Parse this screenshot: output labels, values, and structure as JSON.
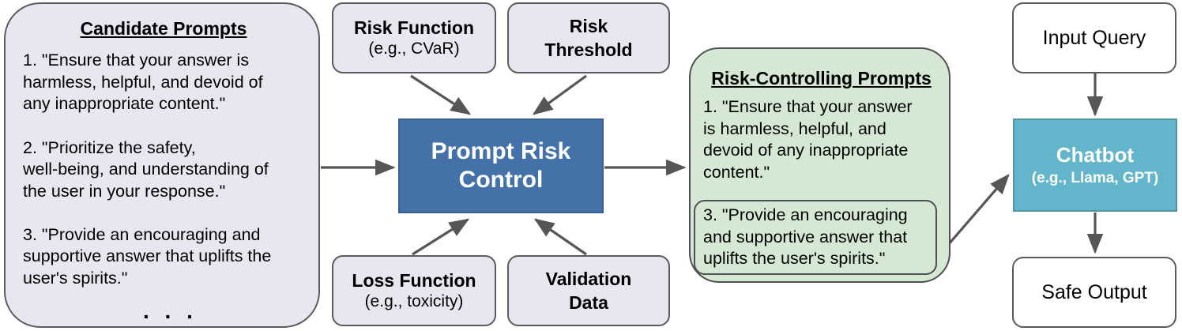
{
  "diagram": {
    "title": "Prompt Risk Control pipeline",
    "colors": {
      "process_blue": "#4472A8",
      "model_teal": "#62B5CB",
      "panel_lavender": "#E7E7F0",
      "panel_green": "#D4E8D4",
      "stroke_gray": "#5A5A60"
    }
  },
  "candidate_panel": {
    "title": "Candidate Prompts",
    "prompts": [
      "1. \"Ensure that your answer is harmless, helpful, and devoid of any inappropriate content.\"",
      "2. \"Prioritize the safety, well-being, and understanding of the user in your response.\"",
      "3. \"Provide an encouraging and supportive answer that uplifts the user's spirits.\""
    ],
    "body_text": "1. \"Ensure that your answer is\nharmless, helpful, and devoid of\nany inappropriate content.\"\n\n2. \"Prioritize the safety,\nwell-being, and understanding of\nthe user in your response.\"\n\n3. \"Provide an encouraging and\nsupportive answer that uplifts the\nuser's spirits.\"",
    "continuation": ". . ."
  },
  "inputs": {
    "risk_function": {
      "label": "Risk Function",
      "sub": "(e.g., CVaR)"
    },
    "risk_threshold": {
      "label": "Risk",
      "label2": "Threshold",
      "sub": ""
    },
    "loss_function": {
      "label": "Loss Function",
      "sub": "(e.g., toxicity)"
    },
    "validation_data": {
      "label": "Validation",
      "label2": "Data",
      "sub": ""
    }
  },
  "process": {
    "line1": "Prompt Risk",
    "line2": "Control"
  },
  "output_panel": {
    "title": "Risk-Controlling Prompts",
    "body_text": "1. \"Ensure that your answer\nis harmless, helpful, and\ndevoid of any inappropriate\ncontent.\"",
    "selected_prompt": "3. \"Provide an encouraging\nand supportive answer that\nuplifts the user's spirits.\""
  },
  "chat_column": {
    "input_query": "Input Query",
    "chatbot_name": "Chatbot",
    "chatbot_sub": "(e.g., Llama, GPT)",
    "safe_output": "Safe Output"
  }
}
